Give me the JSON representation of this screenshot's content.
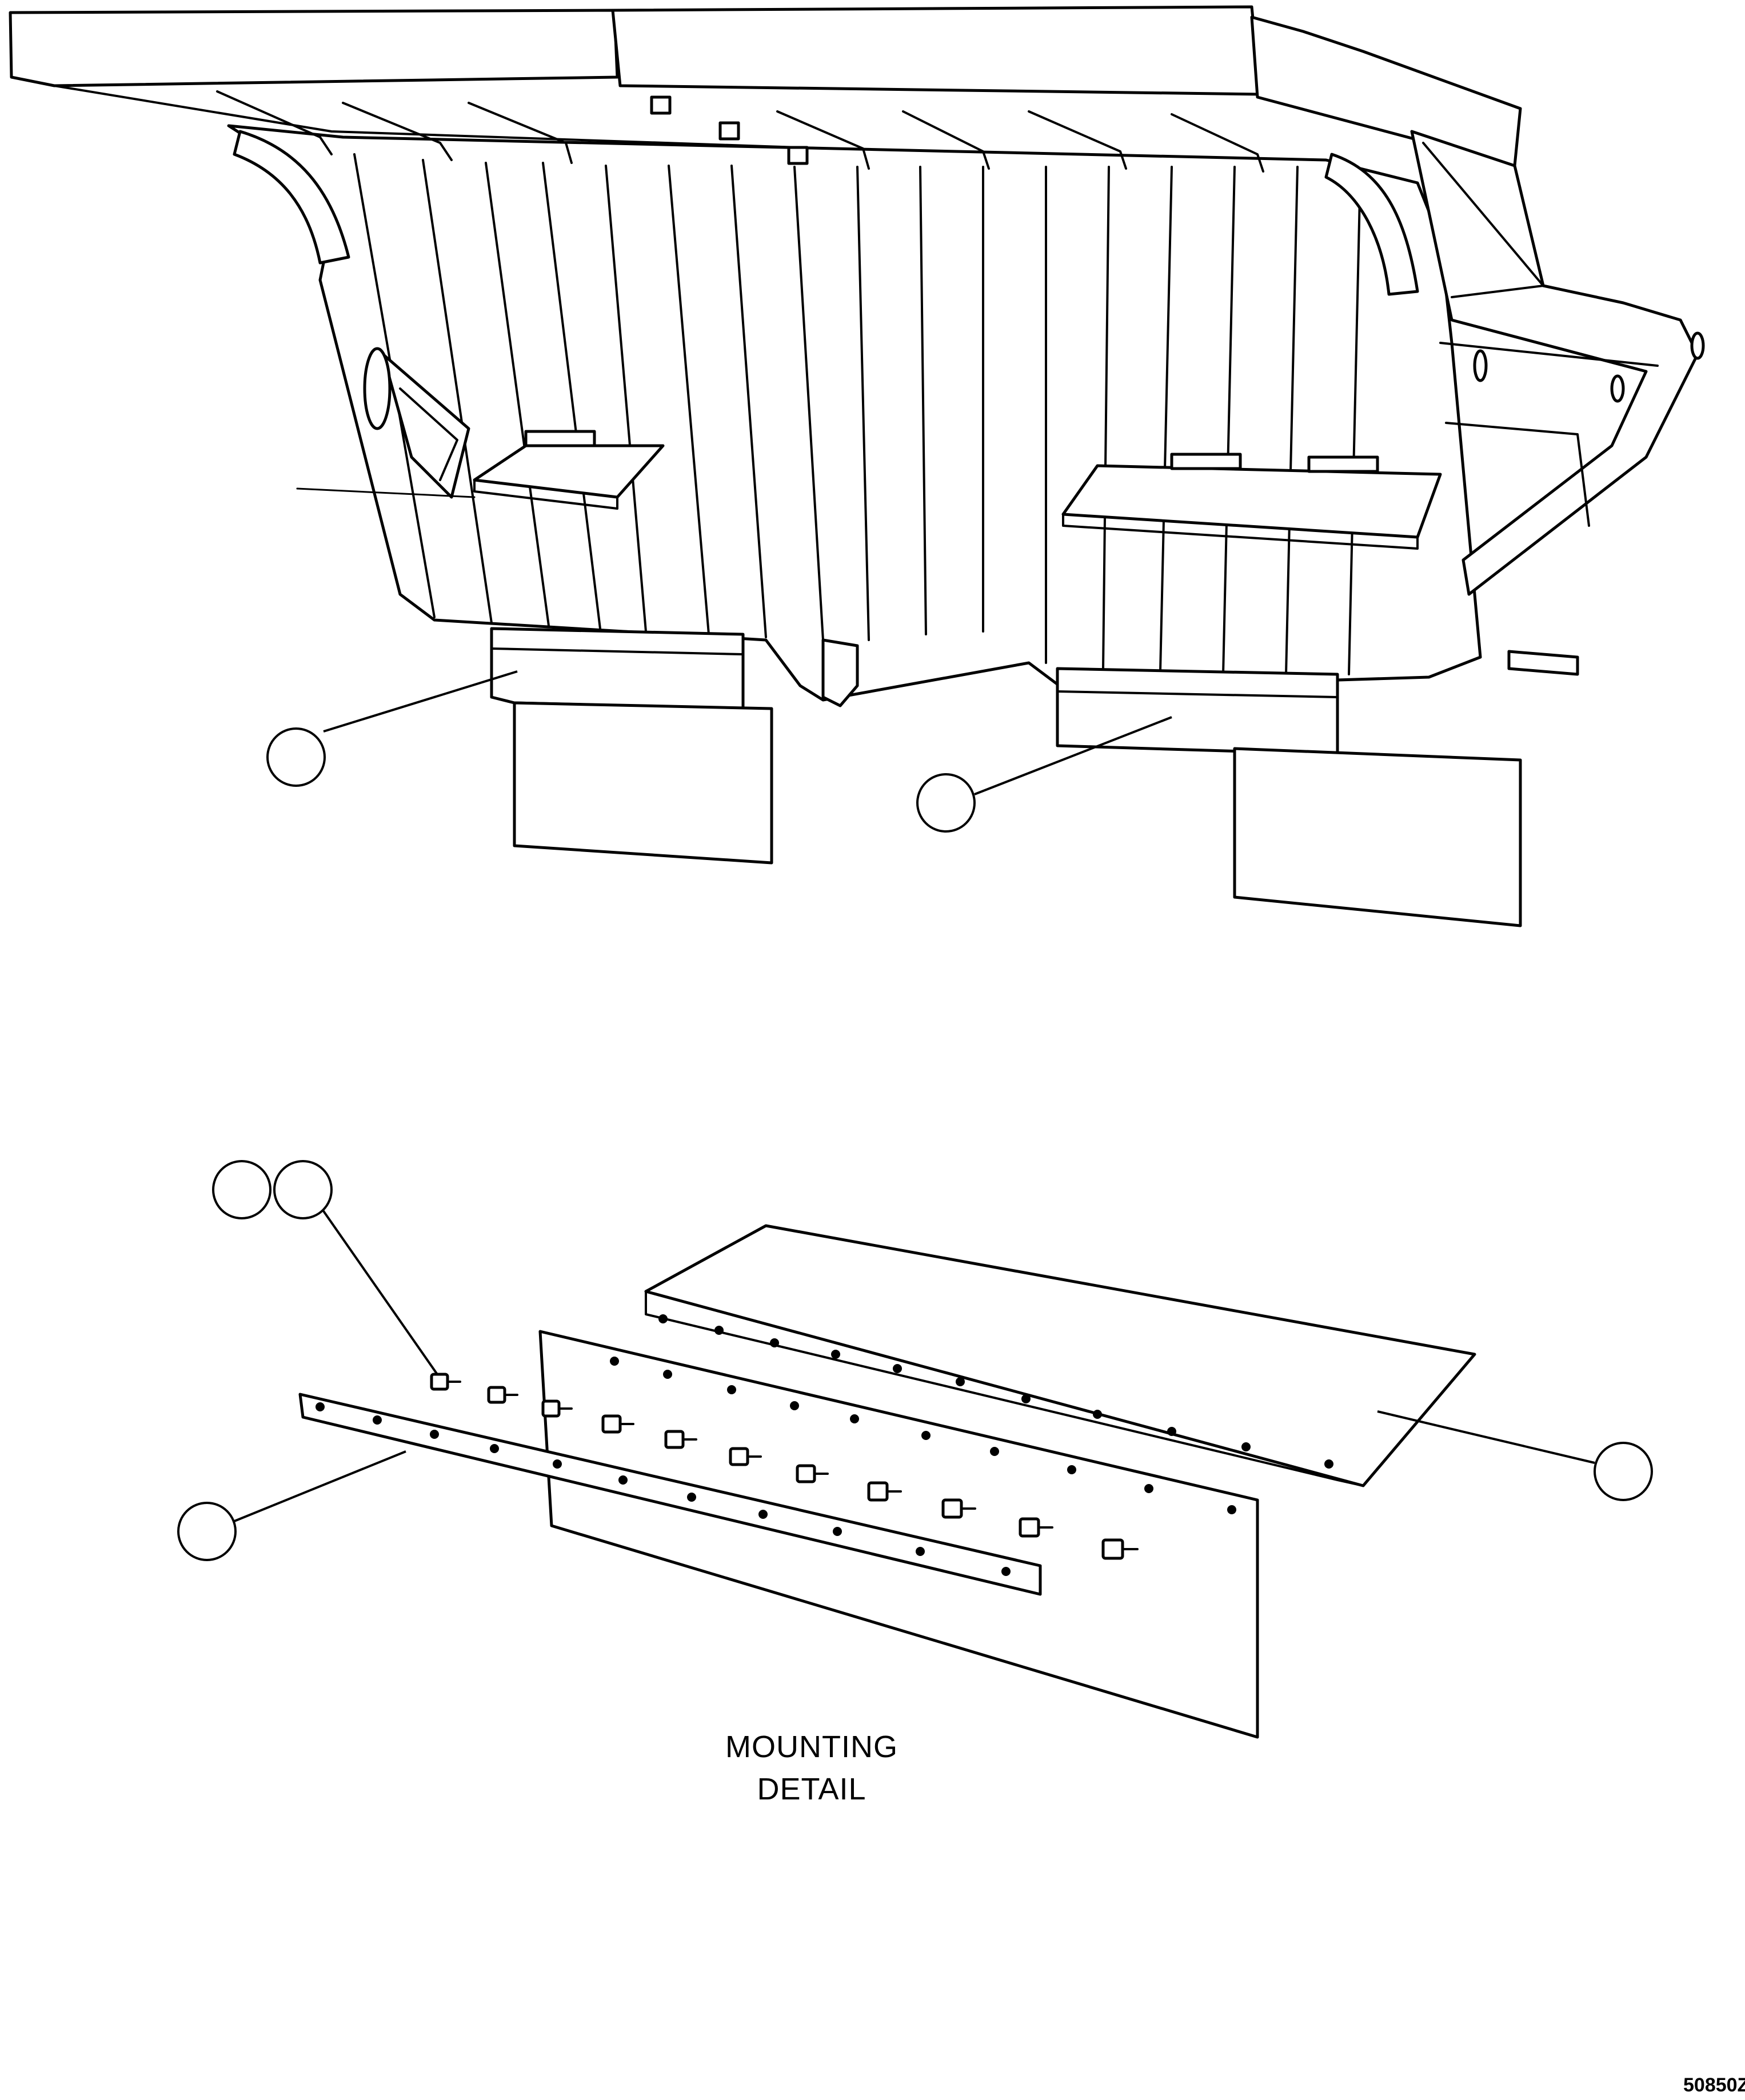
{
  "detail": {
    "caption_line1": "MOUNTING",
    "caption_line2": "DETAIL"
  },
  "figure_number": "50850Z",
  "callouts": [
    {
      "id": "c1",
      "label": ""
    },
    {
      "id": "c2",
      "label": ""
    },
    {
      "id": "c3",
      "label": ""
    },
    {
      "id": "c4",
      "label": ""
    },
    {
      "id": "c5",
      "label": ""
    },
    {
      "id": "c6",
      "label": ""
    }
  ]
}
